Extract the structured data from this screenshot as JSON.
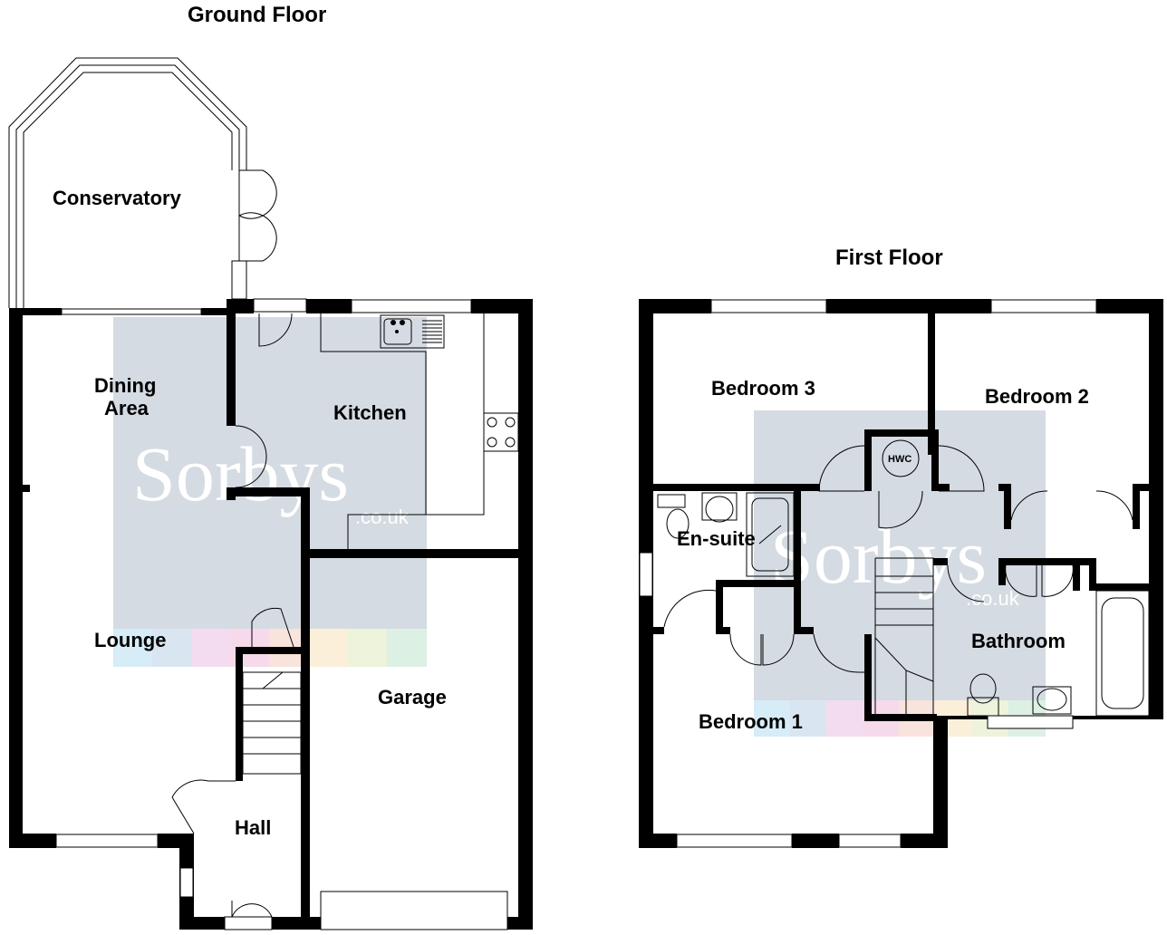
{
  "floors": {
    "ground": {
      "title": "Ground Floor",
      "rooms": {
        "conservatory": "Conservatory",
        "dining_line1": "Dining",
        "dining_line2": "Area",
        "kitchen": "Kitchen",
        "lounge": "Lounge",
        "garage": "Garage",
        "hall": "Hall"
      }
    },
    "first": {
      "title": "First Floor",
      "rooms": {
        "bedroom3": "Bedroom 3",
        "bedroom2": "Bedroom 2",
        "ensuite": "En-suite",
        "bathroom": "Bathroom",
        "bedroom1": "Bedroom 1",
        "hwc": "HWC"
      }
    }
  },
  "watermark": {
    "brand": "Sorbys",
    "domain": ".co.uk",
    "bg_color": "#d5dbe2",
    "stripe_colors": [
      "#d6ecf7",
      "#d9e6f2",
      "#f3dcef",
      "#f6d9ea",
      "#f9e3dd",
      "#fcefd9",
      "#eef3dc",
      "#ddf0e4"
    ]
  }
}
